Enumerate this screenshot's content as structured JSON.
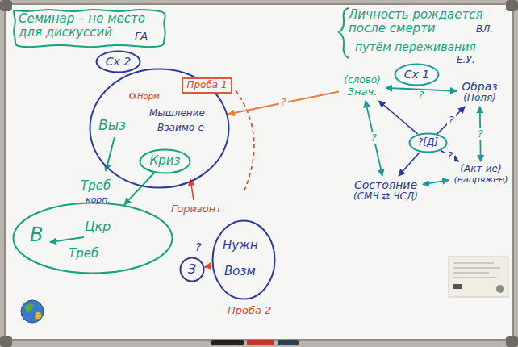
{
  "diagram": {
    "nodes": [
      {
        "text": [
          "Семинар – не место для дискуссий",
          "ГА"
        ]
      },
      {
        "text": [
          "Сх 2"
        ]
      },
      {
        "text": [
          "Выз",
          "Норм",
          "Мышление",
          "Взаимо-е"
        ]
      },
      {
        "text": [
          "Проба 1"
        ],
        "in": 2
      },
      {
        "text": [
          "Криз"
        ],
        "in": 2
      },
      {
        "text": [
          "В",
          "Цкр",
          "Треб"
        ]
      },
      {
        "text": [
          "З"
        ]
      },
      {
        "text": [
          "Нужн",
          "Возм"
        ]
      },
      {
        "text": [
          "Сх 1"
        ]
      },
      {
        "text": [
          "(слово)",
          "Знач."
        ]
      },
      {
        "text": [
          "?[Д]"
        ]
      },
      {
        "text": [
          "Образ",
          "(Поля)"
        ]
      },
      {
        "text": [
          "Состояние",
          "(СМЧ ⇄ ЧСД)"
        ]
      },
      {
        "text": [
          "(Акт-ие)",
          "(напряжен)"
        ]
      }
    ],
    "edges": [
      {
        "from": 9,
        "to": 2,
        "arrow": "to",
        "label": "?"
      },
      {
        "from": 4,
        "to": 5,
        "arrow": "to"
      },
      {
        "from": 7,
        "to": 6,
        "arrow": "to"
      },
      {
        "from": 9,
        "to": 11,
        "arrow": "both",
        "label": "?"
      },
      {
        "from": 9,
        "to": 12,
        "arrow": "both",
        "label": "?"
      },
      {
        "from": 11,
        "to": 13,
        "arrow": "both",
        "label": "?"
      },
      {
        "from": 12,
        "to": 13,
        "arrow": "both"
      },
      {
        "from": 10,
        "to": 9,
        "arrow": "to"
      },
      {
        "from": 10,
        "to": 11,
        "arrow": "to",
        "label": "?"
      },
      {
        "from": 10,
        "to": 12,
        "arrow": "to"
      },
      {
        "from": 10,
        "to": 13,
        "arrow": "to",
        "label": "?"
      }
    ],
    "labels": [
      "Личность рождается после смерти",
      "ВЛ.",
      "путём переживания",
      "Е.У.",
      "Треб",
      "корп.",
      "Горизонт",
      "?",
      "Проба 2"
    ]
  }
}
